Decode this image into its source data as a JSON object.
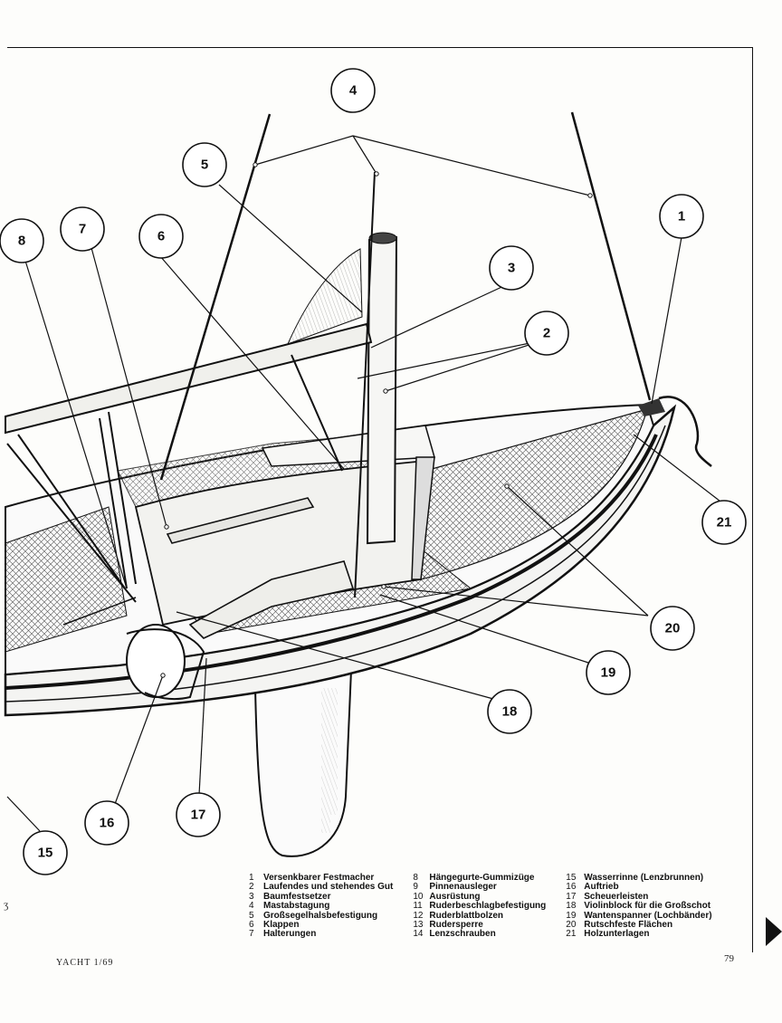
{
  "callouts": [
    "1",
    "2",
    "3",
    "4",
    "5",
    "6",
    "7",
    "8",
    "15",
    "16",
    "17",
    "18",
    "19",
    "20",
    "21"
  ],
  "legend": {
    "columns": [
      [
        {
          "num": "1",
          "label": "Versenkbarer Festmacher"
        },
        {
          "num": "2",
          "label": "Laufendes und stehendes Gut"
        },
        {
          "num": "3",
          "label": "Baumfestsetzer"
        },
        {
          "num": "4",
          "label": "Mastabstagung"
        },
        {
          "num": "5",
          "label": "Großsegelhalsbefestigung"
        },
        {
          "num": "6",
          "label": "Klappen"
        },
        {
          "num": "7",
          "label": "Halterungen"
        }
      ],
      [
        {
          "num": "8",
          "label": "Hängegurte-Gummizüge"
        },
        {
          "num": "9",
          "label": "Pinnenausleger"
        },
        {
          "num": "10",
          "label": "Ausrüstung"
        },
        {
          "num": "11",
          "label": "Ruderbeschlagbefestigung"
        },
        {
          "num": "12",
          "label": "Ruderblattbolzen"
        },
        {
          "num": "13",
          "label": "Rudersperre"
        },
        {
          "num": "14",
          "label": "Lenzschrauben"
        }
      ],
      [
        {
          "num": "15",
          "label": "Wasserrinne (Lenzbrunnen)"
        },
        {
          "num": "16",
          "label": "Auftrieb"
        },
        {
          "num": "17",
          "label": "Scheuerleisten"
        },
        {
          "num": "18",
          "label": "Violinblock für die Großschot"
        },
        {
          "num": "19",
          "label": "Wantenspanner (Lochbänder)"
        },
        {
          "num": "20",
          "label": "Rutschfeste Flächen"
        },
        {
          "num": "21",
          "label": "Holzunterlagen"
        }
      ]
    ]
  },
  "footer": {
    "publication": "YACHT 1/69",
    "page_number": "79"
  },
  "side_mark": "ʒ"
}
